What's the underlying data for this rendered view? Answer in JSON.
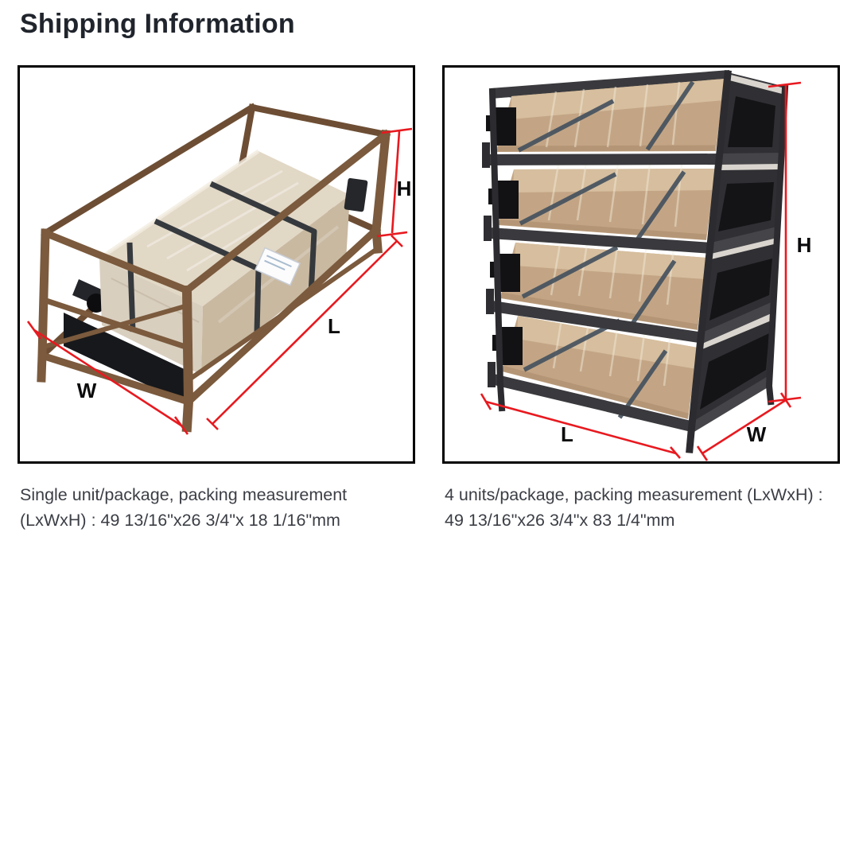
{
  "page": {
    "title": "Shipping Information",
    "background_color": "#ffffff",
    "heading_color": "#20242c",
    "caption_color": "#3b3e45",
    "dimension_line_color": "#e8191f"
  },
  "figures": [
    {
      "name": "single-unit",
      "caption": "Single unit/package, packing measurement (LxWxH) : 49 13/16\"x26 3/4\"x 18 1/16\"mm",
      "dims": {
        "h": "H",
        "l": "L",
        "w": "W"
      }
    },
    {
      "name": "four-units",
      "caption": "4 units/package, packing measurement (LxWxH) : 49 13/16\"x26 3/4\"x 83 1/4\"mm",
      "dims": {
        "h": "H",
        "l": "L",
        "w": "W"
      }
    }
  ]
}
